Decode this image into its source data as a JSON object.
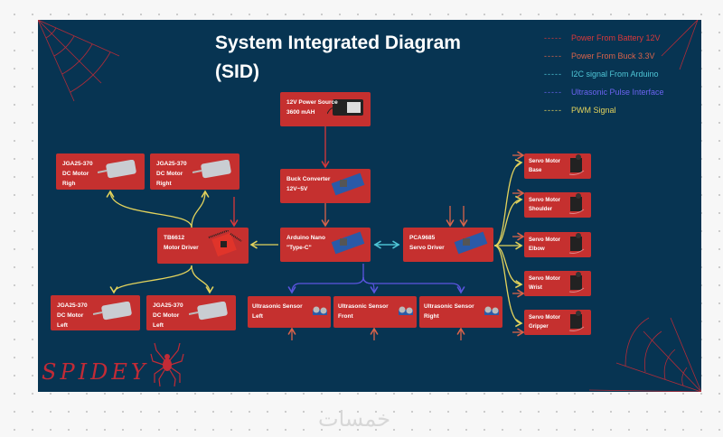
{
  "title_line1": "System Integrated Diagram",
  "title_line2": "(SID)",
  "legend": [
    {
      "dash": "-----",
      "label": "Power From Battery 12V",
      "color": "#d9383a"
    },
    {
      "dash": "-----",
      "label": "Power From Buck 3.3V",
      "color": "#d9634a"
    },
    {
      "dash": "-----",
      "label": "I2C signal From Arduino",
      "color": "#4fc6d6"
    },
    {
      "dash": "-----",
      "label": "Ultrasonic Pulse Interface",
      "color": "#5b55e0"
    },
    {
      "dash": "-----",
      "label": "PWM Signal",
      "color": "#e3d35c"
    }
  ],
  "colors": {
    "background": "#073452",
    "box": "#c5302f",
    "pwm": "#e3d35c",
    "power": "#d9383a",
    "buck": "#d9634a",
    "i2c": "#4fc6d6",
    "ultrasonic": "#5b55e0"
  },
  "boxes": {
    "power": [
      "12V Power Source",
      "3600 mAH"
    ],
    "buck": [
      "Buck Converter",
      "12V~5V"
    ],
    "arduino": [
      "Arduino Nano",
      "\"Type-C\""
    ],
    "pca": [
      "PCA9685",
      "Servo Driver"
    ],
    "tb": [
      "TB6612",
      "Motor Driver"
    ],
    "m1": [
      "JGA25-370",
      "DC Motor",
      "Righ"
    ],
    "m2": [
      "JGA25-370",
      "DC Motor",
      "Right"
    ],
    "m3": [
      "JGA25-370",
      "DC Motor",
      "Left"
    ],
    "m4": [
      "JGA25-370",
      "DC Motor",
      "Left"
    ],
    "u1": [
      "Ultrasonic Sensor",
      "Left"
    ],
    "u2": [
      "Ultrasonic Sensor",
      "Front"
    ],
    "u3": [
      "Ultrasonic Sensor",
      "Right"
    ],
    "s1": [
      "Servo Motor",
      "Base"
    ],
    "s2": [
      "Servo Motor",
      "Shoulder"
    ],
    "s3": [
      "Servo Motor",
      "Elbow"
    ],
    "s4": [
      "Servo Motor",
      "Wrist"
    ],
    "s5": [
      "Servo Motor",
      "Gripper"
    ]
  },
  "logo_text": "SPIDEY",
  "watermark": "خمسات"
}
